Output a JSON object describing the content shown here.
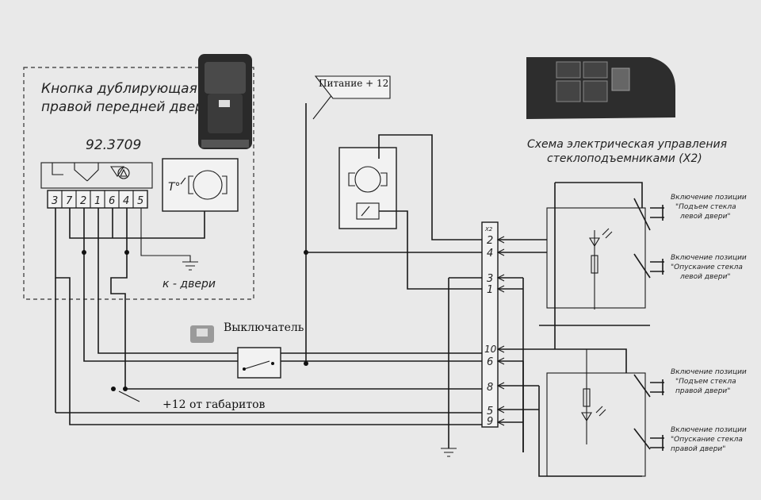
{
  "left_switch": {
    "title_line1": "Кнопка дублирующая",
    "title_line2": "правой передней двери",
    "part_number": "92.3709",
    "pins": [
      "3",
      "7",
      "2",
      "1",
      "6",
      "4",
      "5"
    ],
    "ground_label": "к - двери"
  },
  "power_label": "Питание + 12",
  "main_switch_label": "Выключатель",
  "parking_light_label": "+12 от габаритов",
  "control_unit": {
    "title_line1": "Схема электрическая управления",
    "title_line2": "стеклоподъемниками (X2)",
    "connector_header": "X2",
    "connector_pins": [
      "2",
      "4",
      "3",
      "1",
      "10",
      "6",
      "8",
      "5",
      "9"
    ]
  },
  "position_labels": [
    {
      "l1": "Включение позиции",
      "l2": "\"Подъем стекла",
      "l3": "левой двери\""
    },
    {
      "l1": "Включение позиции",
      "l2": "\"Опускание стекла",
      "l3": "левой двери\""
    },
    {
      "l1": "Включение позиции",
      "l2": "\"Подъем стекла",
      "l3": "правой двери\""
    },
    {
      "l1": "Включение позиции",
      "l2": "\"Опускание стекла",
      "l3": "правой двери\""
    }
  ],
  "icons": [
    "switch-photo-icon",
    "switch-block-photo-icon",
    "toggle-switch-photo-icon",
    "motor-icon",
    "ground-icon",
    "led-icon",
    "resistor-icon",
    "thermal-breaker-icon"
  ]
}
